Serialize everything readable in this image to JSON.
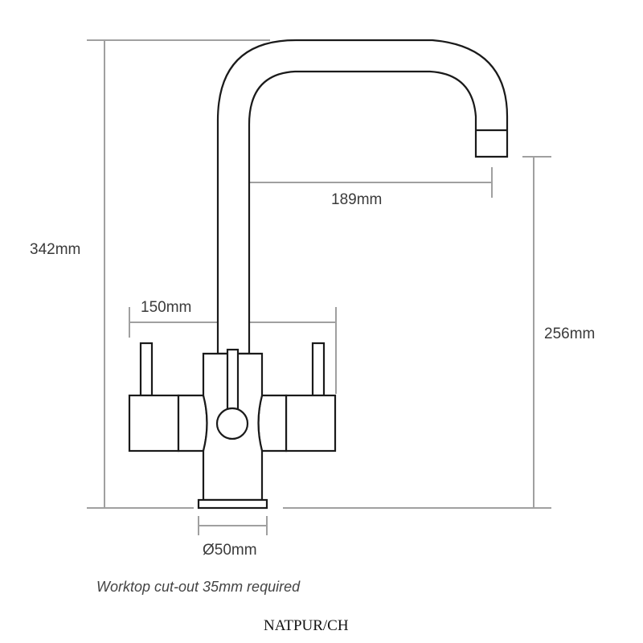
{
  "dimensions": {
    "total_height": "342mm",
    "spout_height": "256mm",
    "spout_reach": "189mm",
    "handle_span": "150mm",
    "base_diameter": "Ø50mm"
  },
  "caption": "Worktop cut-out 35mm required",
  "model_code": "NATPUR/CH",
  "colors": {
    "outline": "#1a1a1a",
    "dimension_line": "#a0a0a0"
  }
}
